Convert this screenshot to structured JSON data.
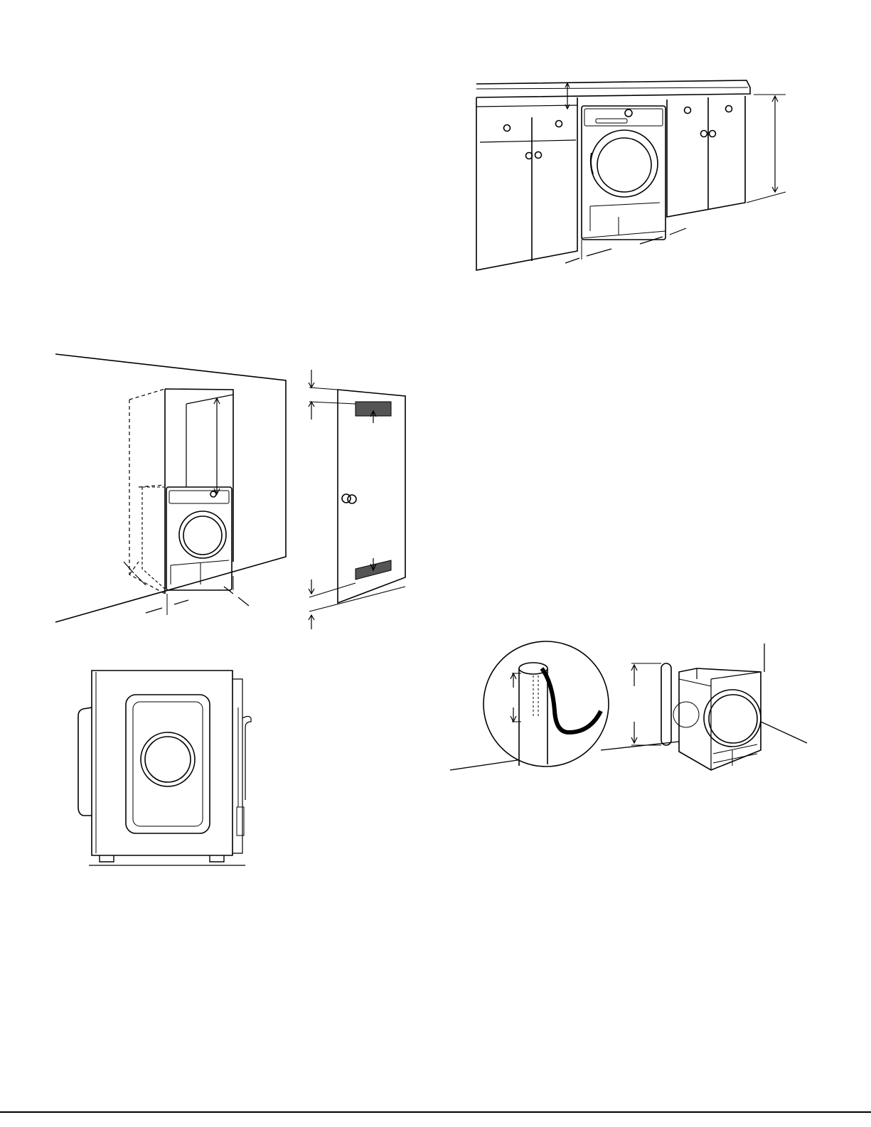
{
  "page": {
    "type": "appliance installation manual page",
    "figures": [
      {
        "id": "under-counter-installation",
        "icon": "dryer-under-counter-illustration"
      },
      {
        "id": "closet-installation",
        "icon": "dryer-in-closet-illustration"
      },
      {
        "id": "closet-door-vents",
        "icon": "closet-door-with-vents-illustration"
      },
      {
        "id": "dryer-side-view",
        "icon": "dryer-side-view-illustration"
      },
      {
        "id": "drain-standpipe-installation",
        "icon": "drain-hose-standpipe-illustration"
      }
    ],
    "colors": {
      "ink": "#000000",
      "paper": "#ffffff",
      "vent-hatch": "#555555"
    }
  }
}
